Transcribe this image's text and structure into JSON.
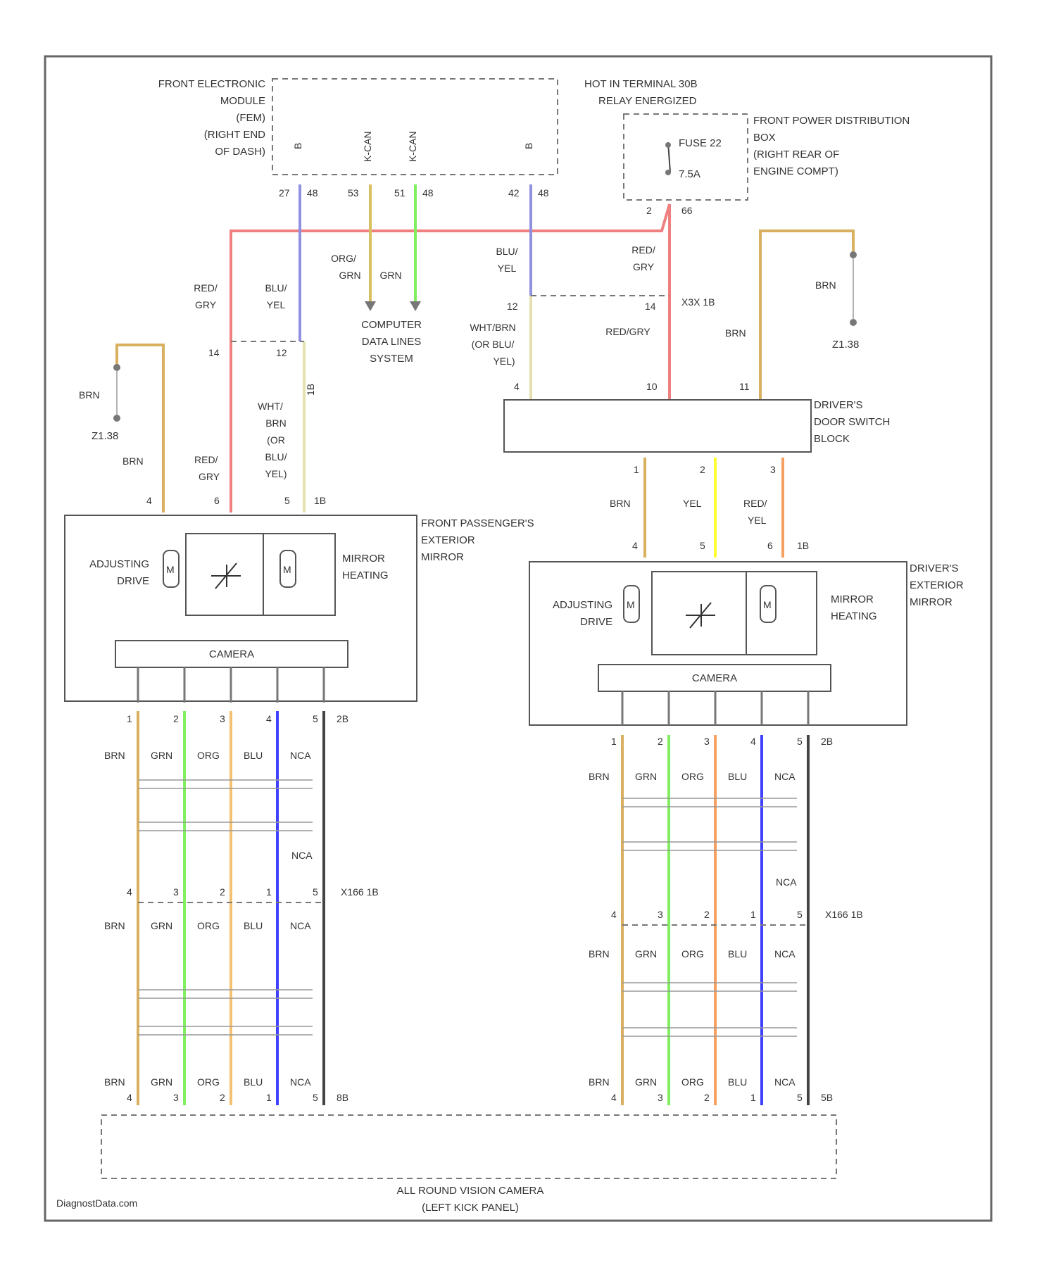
{
  "modules": {
    "fem": [
      "FRONT ELECTRONIC",
      "MODULE",
      "(FEM)",
      "(RIGHT END",
      "OF DASH)"
    ],
    "fem_pin_codes": [
      "B",
      "K-CAN",
      "K-CAN",
      "B"
    ],
    "hot_note": [
      "HOT IN TERMINAL 30B",
      "RELAY ENERGIZED"
    ],
    "power_box": [
      "FRONT POWER DISTRIBUTION",
      "BOX",
      "(RIGHT REAR OF",
      "ENGINE COMPT)"
    ],
    "fuse": [
      "FUSE 22",
      "7.5A"
    ],
    "computer_data": [
      "COMPUTER",
      "DATA LINES",
      "SYSTEM"
    ],
    "drivers_door_switch": [
      "DRIVER'S",
      "DOOR SWITCH",
      "BLOCK"
    ],
    "front_pass_mirror": [
      "FRONT PASSENGER'S",
      "EXTERIOR",
      "MIRROR"
    ],
    "drivers_mirror": [
      "DRIVER'S",
      "EXTERIOR",
      "MIRROR"
    ],
    "adjusting_drive": [
      "ADJUSTING",
      "DRIVE"
    ],
    "mirror_heating": [
      "MIRROR",
      "HEATING"
    ],
    "camera": "CAMERA",
    "all_round": [
      "ALL ROUND VISION CAMERA",
      "(LEFT KICK PANEL)"
    ],
    "ground": "Z1.38"
  },
  "pins": {
    "fem": [
      "27",
      "48",
      "53",
      "51",
      "48",
      "42",
      "48"
    ],
    "fuse_out": [
      "2",
      "66"
    ],
    "x_splice_left": [
      "14",
      "12"
    ],
    "x_splice_right": [
      "12",
      "14",
      "X3X 1B"
    ],
    "mid_left": [
      "1B"
    ],
    "door_in": [
      "4",
      "10",
      "11"
    ],
    "door_out": [
      "1",
      "2",
      "3"
    ],
    "pass_mirror_in": [
      "4",
      "6",
      "5",
      "1B"
    ],
    "drv_mirror_in": [
      "4",
      "5",
      "6",
      "1B"
    ],
    "cam_out": [
      "1",
      "2",
      "3",
      "4",
      "5",
      "2B"
    ],
    "connector_left": [
      "4",
      "3",
      "2",
      "1",
      "5",
      "X166 1B"
    ],
    "connector_right": [
      "4",
      "3",
      "2",
      "1",
      "5",
      "X166 1B"
    ],
    "bottom_left": [
      "4",
      "3",
      "2",
      "1",
      "5",
      "8B"
    ],
    "bottom_right": [
      "4",
      "3",
      "2",
      "1",
      "5",
      "5B"
    ]
  },
  "wire_colors": {
    "blu_yel": [
      "BLU/",
      "YEL"
    ],
    "org_grn": [
      "ORG/",
      "GRN",
      "GRN"
    ],
    "red_gry": [
      "RED/",
      "GRY"
    ],
    "wht_brn": [
      "WHT/BRN",
      "(OR BLU/",
      "YEL)"
    ],
    "red_gry_line": "RED/GRY",
    "brn": "BRN",
    "yel": "YEL",
    "red_yel": [
      "RED/",
      "YEL"
    ],
    "wht_brn_pass": [
      "WHT/",
      "BRN",
      "(OR",
      "BLU/",
      "YEL)"
    ],
    "cam_labels": [
      "BRN",
      "GRN",
      "ORG",
      "BLU",
      "NCA"
    ],
    "nca": "NCA"
  },
  "footer": "DiagnostData.com",
  "colors": {
    "red": "#f08080",
    "blue": "#9090e0",
    "yellow_org": "#d8c060",
    "green": "#80ee60",
    "brn": "#d8b060",
    "yel": "#ffff30",
    "org": "#f5a060",
    "blu": "#4040ff",
    "nca": "#444444"
  }
}
